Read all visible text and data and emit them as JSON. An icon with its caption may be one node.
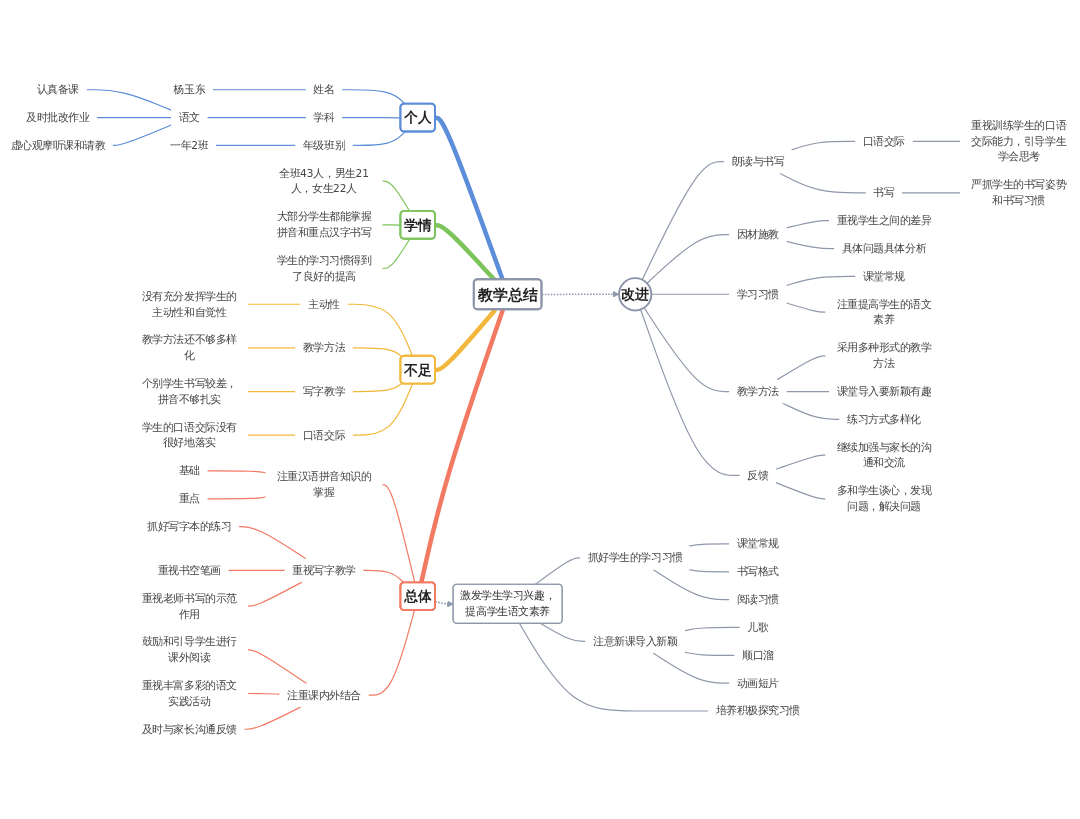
{
  "diagram": {
    "nodes": [
      {
        "text": [
          "教学总结"
        ]
      },
      {
        "text": [
          "个人"
        ]
      },
      {
        "text": [
          "姓名"
        ]
      },
      {
        "text": [
          "杨玉东"
        ]
      },
      {
        "text": [
          "学科"
        ]
      },
      {
        "text": [
          "语文"
        ]
      },
      {
        "text": [
          "认真备课"
        ]
      },
      {
        "text": [
          "及时批改作业"
        ]
      },
      {
        "text": [
          "虚心观摩听课和请教"
        ]
      },
      {
        "text": [
          "年级班别"
        ]
      },
      {
        "text": [
          "一年2班"
        ]
      },
      {
        "text": [
          "学情"
        ]
      },
      {
        "text": [
          "全班43人，男生21人，女生22人"
        ]
      },
      {
        "text": [
          "大部分学生都能掌握拼音和重点汉字书写"
        ]
      },
      {
        "text": [
          "学生的学习习惯得到了良好的提高"
        ]
      },
      {
        "text": [
          "不足"
        ]
      },
      {
        "text": [
          "主动性"
        ]
      },
      {
        "text": [
          "没有充分发挥学生的主动性和自觉性"
        ]
      },
      {
        "text": [
          "教学方法"
        ]
      },
      {
        "text": [
          "教学方法还不够多样化"
        ]
      },
      {
        "text": [
          "写字教学"
        ]
      },
      {
        "text": [
          "个别学生书写较差，拼音不够扎实"
        ]
      },
      {
        "text": [
          "口语交际"
        ]
      },
      {
        "text": [
          "学生的口语交际没有很好地落实"
        ]
      },
      {
        "text": [
          "总体"
        ]
      },
      {
        "text": [
          "激发学生学习兴趣，提高学生语文素养"
        ]
      },
      {
        "text": [
          "抓好学生的学习习惯"
        ]
      },
      {
        "text": [
          "课堂常规"
        ]
      },
      {
        "text": [
          "书写格式"
        ]
      },
      {
        "text": [
          "阅读习惯"
        ]
      },
      {
        "text": [
          "注意新课导入新颖"
        ]
      },
      {
        "text": [
          "儿歌"
        ]
      },
      {
        "text": [
          "顺口溜"
        ]
      },
      {
        "text": [
          "动画短片"
        ]
      },
      {
        "text": [
          "培养积极探究习惯"
        ]
      },
      {
        "text": [
          "注重汉语拼音知识的掌握"
        ]
      },
      {
        "text": [
          "基础"
        ]
      },
      {
        "text": [
          "重点"
        ]
      },
      {
        "text": [
          "重视写字教学"
        ]
      },
      {
        "text": [
          "抓好写字本的练习"
        ]
      },
      {
        "text": [
          "重视书空笔画"
        ]
      },
      {
        "text": [
          "重视老师书写的示范作用"
        ]
      },
      {
        "text": [
          "注重课内外结合"
        ]
      },
      {
        "text": [
          "鼓励和引导学生进行课外阅读"
        ]
      },
      {
        "text": [
          "重视丰富多彩的语文实践活动"
        ]
      },
      {
        "text": [
          "及时与家长沟通反馈"
        ]
      },
      {
        "text": [
          "改进"
        ]
      },
      {
        "text": [
          "朗读与书写"
        ]
      },
      {
        "text": [
          "口语交际"
        ]
      },
      {
        "text": [
          "重视训练学生的口语交际能力，引导学生学会思考"
        ]
      },
      {
        "text": [
          "书写"
        ]
      },
      {
        "text": [
          "严抓学生的书写姿势和书写习惯"
        ]
      },
      {
        "text": [
          "因材施教"
        ]
      },
      {
        "text": [
          "重视学生之间的差异"
        ]
      },
      {
        "text": [
          "具体问题具体分析"
        ]
      },
      {
        "text": [
          "学习习惯"
        ]
      },
      {
        "text": [
          "课堂常规"
        ]
      },
      {
        "text": [
          "注重提高学生的语文素养"
        ]
      },
      {
        "text": [
          "教学方法"
        ]
      },
      {
        "text": [
          "采用多种形式的教学方法"
        ]
      },
      {
        "text": [
          "课堂导入要新颖有趣"
        ]
      },
      {
        "text": [
          "练习方式多样化"
        ]
      },
      {
        "text": [
          "反馈"
        ]
      },
      {
        "text": [
          "继续加强与家长的沟通和交流"
        ]
      },
      {
        "text": [
          "多和学生谈心，发现问题，解决问题"
        ]
      }
    ],
    "edges": [
      {
        "from": 1,
        "to": 0,
        "arrow": "none",
        "style": "thick",
        "color": "#5b8dd9"
      },
      {
        "from": 2,
        "to": 1,
        "arrow": "none",
        "color": "#5b8dd9"
      },
      {
        "from": 3,
        "to": 2,
        "arrow": "none",
        "color": "#5b8dd9"
      },
      {
        "from": 4,
        "to": 1,
        "arrow": "none",
        "color": "#5b8dd9"
      },
      {
        "from": 5,
        "to": 4,
        "arrow": "none",
        "color": "#5b8dd9"
      },
      {
        "from": 6,
        "to": 5,
        "arrow": "none",
        "color": "#5b8dd9"
      },
      {
        "from": 7,
        "to": 5,
        "arrow": "none",
        "color": "#5b8dd9"
      },
      {
        "from": 8,
        "to": 5,
        "arrow": "none",
        "color": "#5b8dd9"
      },
      {
        "from": 9,
        "to": 1,
        "arrow": "none",
        "color": "#5b8dd9"
      },
      {
        "from": 10,
        "to": 9,
        "arrow": "none",
        "color": "#5b8dd9"
      },
      {
        "from": 11,
        "to": 0,
        "arrow": "none",
        "style": "thick",
        "color": "#7dc35c"
      },
      {
        "from": 12,
        "to": 11,
        "arrow": "none",
        "color": "#7dc35c"
      },
      {
        "from": 13,
        "to": 11,
        "arrow": "none",
        "color": "#7dc35c"
      },
      {
        "from": 14,
        "to": 11,
        "arrow": "none",
        "color": "#7dc35c"
      },
      {
        "from": 15,
        "to": 0,
        "arrow": "none",
        "style": "thick",
        "color": "#f2b73b"
      },
      {
        "from": 16,
        "to": 15,
        "arrow": "none",
        "color": "#f2b73b"
      },
      {
        "from": 17,
        "to": 16,
        "arrow": "none",
        "color": "#f2b73b"
      },
      {
        "from": 18,
        "to": 15,
        "arrow": "none",
        "color": "#f2b73b"
      },
      {
        "from": 19,
        "to": 18,
        "arrow": "none",
        "color": "#f2b73b"
      },
      {
        "from": 20,
        "to": 15,
        "arrow": "none",
        "color": "#f2b73b"
      },
      {
        "from": 21,
        "to": 20,
        "arrow": "none",
        "color": "#f2b73b"
      },
      {
        "from": 22,
        "to": 15,
        "arrow": "none",
        "color": "#f2b73b"
      },
      {
        "from": 23,
        "to": 22,
        "arrow": "none",
        "color": "#f2b73b"
      },
      {
        "from": 24,
        "to": 0,
        "arrow": "none",
        "style": "thick",
        "color": "#f27a63"
      },
      {
        "from": 24,
        "to": 25,
        "arrow": "to",
        "style": "dashed"
      },
      {
        "from": 25,
        "to": 26,
        "arrow": "none"
      },
      {
        "from": 26,
        "to": 27,
        "arrow": "none"
      },
      {
        "from": 26,
        "to": 28,
        "arrow": "none"
      },
      {
        "from": 26,
        "to": 29,
        "arrow": "none"
      },
      {
        "from": 25,
        "to": 30,
        "arrow": "none"
      },
      {
        "from": 30,
        "to": 31,
        "arrow": "none"
      },
      {
        "from": 30,
        "to": 32,
        "arrow": "none"
      },
      {
        "from": 30,
        "to": 33,
        "arrow": "none"
      },
      {
        "from": 25,
        "to": 34,
        "arrow": "none"
      },
      {
        "from": 35,
        "to": 24,
        "arrow": "none",
        "color": "#f27a63"
      },
      {
        "from": 36,
        "to": 35,
        "arrow": "none",
        "color": "#f27a63"
      },
      {
        "from": 37,
        "to": 35,
        "arrow": "none",
        "color": "#f27a63"
      },
      {
        "from": 38,
        "to": 24,
        "arrow": "none",
        "color": "#f27a63"
      },
      {
        "from": 39,
        "to": 38,
        "arrow": "none",
        "color": "#f27a63"
      },
      {
        "from": 40,
        "to": 38,
        "arrow": "none",
        "color": "#f27a63"
      },
      {
        "from": 41,
        "to": 38,
        "arrow": "none",
        "color": "#f27a63"
      },
      {
        "from": 42,
        "to": 24,
        "arrow": "none",
        "color": "#f27a63"
      },
      {
        "from": 43,
        "to": 42,
        "arrow": "none",
        "color": "#f27a63"
      },
      {
        "from": 44,
        "to": 42,
        "arrow": "none",
        "color": "#f27a63"
      },
      {
        "from": 45,
        "to": 42,
        "arrow": "none",
        "color": "#f27a63"
      },
      {
        "from": 0,
        "to": 46,
        "arrow": "to",
        "style": "dashed"
      },
      {
        "from": 46,
        "to": 47,
        "arrow": "none"
      },
      {
        "from": 47,
        "to": 48,
        "arrow": "none"
      },
      {
        "from": 48,
        "to": 49,
        "arrow": "none"
      },
      {
        "from": 47,
        "to": 50,
        "arrow": "none"
      },
      {
        "from": 50,
        "to": 51,
        "arrow": "none"
      },
      {
        "from": 46,
        "to": 52,
        "arrow": "none"
      },
      {
        "from": 52,
        "to": 53,
        "arrow": "none"
      },
      {
        "from": 52,
        "to": 54,
        "arrow": "none"
      },
      {
        "from": 46,
        "to": 55,
        "arrow": "none"
      },
      {
        "from": 55,
        "to": 56,
        "arrow": "none"
      },
      {
        "from": 55,
        "to": 57,
        "arrow": "none"
      },
      {
        "from": 46,
        "to": 58,
        "arrow": "none"
      },
      {
        "from": 58,
        "to": 59,
        "arrow": "none"
      },
      {
        "from": 58,
        "to": 60,
        "arrow": "none"
      },
      {
        "from": 58,
        "to": 61,
        "arrow": "none"
      },
      {
        "from": 46,
        "to": 62,
        "arrow": "none"
      },
      {
        "from": 62,
        "to": 63,
        "arrow": "none"
      },
      {
        "from": 62,
        "to": 64,
        "arrow": "none"
      }
    ]
  }
}
